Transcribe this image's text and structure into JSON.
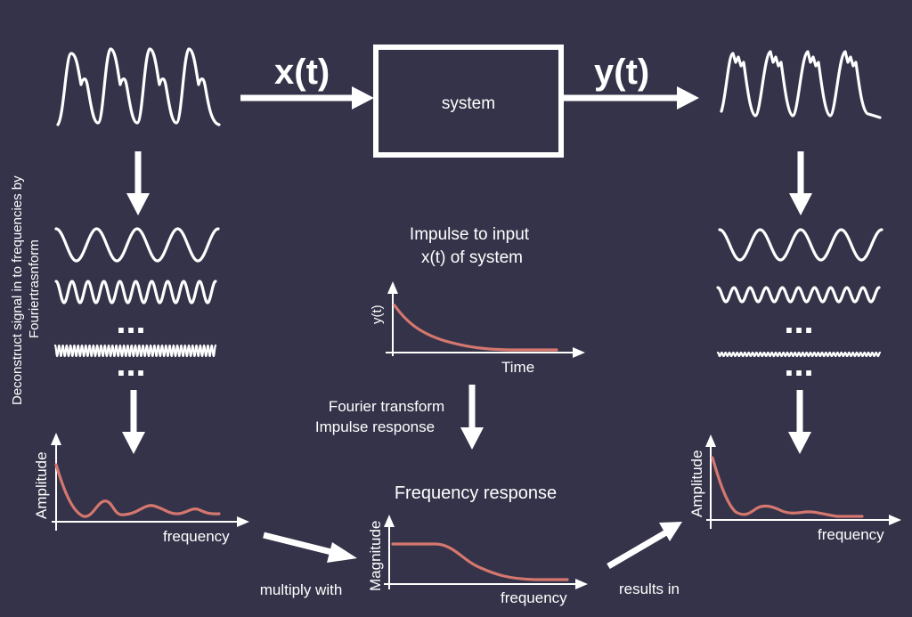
{
  "input_label": "x(t)",
  "output_label": "y(t)",
  "system_label": "system",
  "side_note_line1": "Deconstruct signal in to frequencies by",
  "side_note_line2": "Fouriertrasnform",
  "dots": "...",
  "impulse_line1": "Impulse to input",
  "impulse_line2": "x(t) of system",
  "impulse_plot": {
    "ylabel": "y(t)",
    "xlabel": "Time"
  },
  "fourier_line1": "Fourier transform",
  "fourier_line2": "Impulse response",
  "freq_response_title": "Frequency response",
  "left_spectrum": {
    "ylabel": "Amplitude",
    "xlabel": "frequency"
  },
  "middle_spectrum": {
    "ylabel": "Magnitude",
    "xlabel": "frequency"
  },
  "right_spectrum": {
    "ylabel": "Amplitude",
    "xlabel": "frequency"
  },
  "multiply_label": "multiply with",
  "results_label": "results in",
  "colors": {
    "background": "#343349",
    "foreground": "#ffffff",
    "curve": "#d5776e"
  }
}
